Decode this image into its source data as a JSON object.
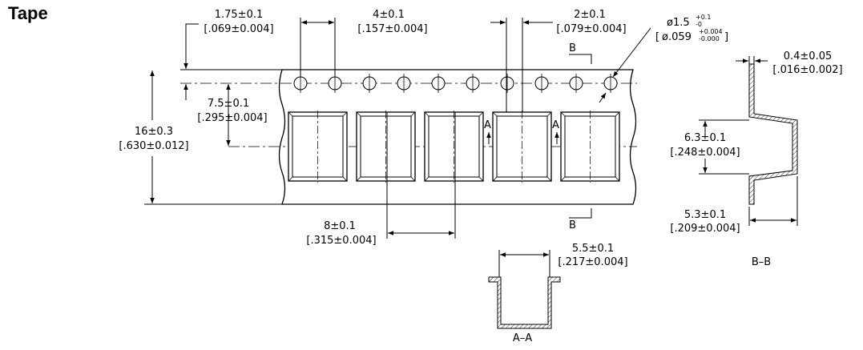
{
  "title": "Tape",
  "dims": {
    "edge_hole": {
      "mm": "1.75±0.1",
      "in": "[.069±0.004]"
    },
    "hole_pitch": {
      "mm": "4±0.1",
      "in": "[.157±0.004]"
    },
    "hole_to_pocket": {
      "mm": "2±0.1",
      "in": "[.079±0.004]"
    },
    "hole_dia": {
      "mm_prefix": "ø1.5",
      "mm_tol_up": "+0.1",
      "mm_tol_down": "-0",
      "in_prefix": "ø.059",
      "in_tol_up": "+0.004",
      "in_tol_down": "-0.000"
    },
    "pocket_center": {
      "mm": "7.5±0.1",
      "in": "[.295±0.004]"
    },
    "tape_width": {
      "mm": "16±0.3",
      "in": "[.630±0.012]"
    },
    "pocket_pitch": {
      "mm": "8±0.1",
      "in": "[.315±0.004]"
    },
    "pocket_width": {
      "mm": "5.5±0.1",
      "in": "[.217±0.004]"
    },
    "tape_thickness": {
      "mm": "0.4±0.05",
      "in": "[.016±0.002]"
    },
    "pocket_length": {
      "mm": "6.3±0.1",
      "in": "[.248±0.004]"
    },
    "pocket_depth": {
      "mm": "5.3±0.1",
      "in": "[.209±0.004]"
    }
  },
  "section_labels": {
    "a": "A",
    "b": "B",
    "aa": "A–A",
    "bb": "B–B"
  }
}
